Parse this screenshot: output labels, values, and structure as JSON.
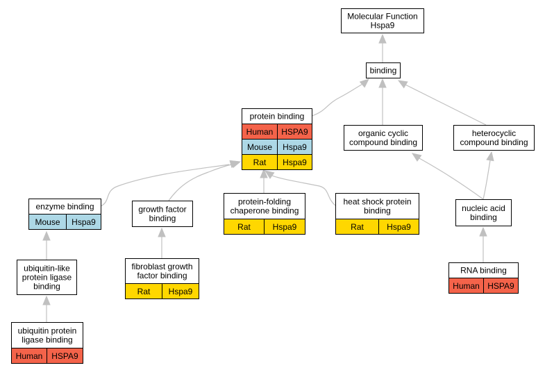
{
  "colors": {
    "human": "#F4634A",
    "mouse": "#ADD8E6",
    "rat": "#FFD700",
    "edge": "#C0C0C0"
  },
  "nodes": {
    "molecular_function": {
      "lines": [
        "Molecular Function",
        "Hspa9"
      ]
    },
    "binding": {
      "lines": [
        "binding"
      ]
    },
    "protein_binding": {
      "lines": [
        "protein binding"
      ],
      "rows": [
        {
          "species": "Human",
          "gene": "HSPA9",
          "color": "human"
        },
        {
          "species": "Mouse",
          "gene": "Hspa9",
          "color": "mouse"
        },
        {
          "species": "Rat",
          "gene": "Hspa9",
          "color": "rat"
        }
      ]
    },
    "organic_cyclic": {
      "lines": [
        "organic cyclic",
        "compound binding"
      ]
    },
    "heterocyclic": {
      "lines": [
        "heterocyclic",
        "compound binding"
      ]
    },
    "enzyme_binding": {
      "lines": [
        "enzyme binding"
      ],
      "rows": [
        {
          "species": "Mouse",
          "gene": "Hspa9",
          "color": "mouse"
        }
      ]
    },
    "growth_factor": {
      "lines": [
        "growth factor",
        "binding"
      ]
    },
    "protein_folding": {
      "lines": [
        "protein-folding",
        "chaperone binding"
      ],
      "rows": [
        {
          "species": "Rat",
          "gene": "Hspa9",
          "color": "rat"
        }
      ]
    },
    "heat_shock": {
      "lines": [
        "heat shock protein",
        "binding"
      ],
      "rows": [
        {
          "species": "Rat",
          "gene": "Hspa9",
          "color": "rat"
        }
      ]
    },
    "nucleic_acid": {
      "lines": [
        "nucleic acid",
        "binding"
      ]
    },
    "ubiquitin_like": {
      "lines": [
        "ubiquitin-like",
        "protein ligase",
        "binding"
      ]
    },
    "fibroblast": {
      "lines": [
        "fibroblast growth",
        "factor binding"
      ],
      "rows": [
        {
          "species": "Rat",
          "gene": "Hspa9",
          "color": "rat"
        }
      ]
    },
    "rna_binding": {
      "lines": [
        "RNA binding"
      ],
      "rows": [
        {
          "species": "Human",
          "gene": "HSPA9",
          "color": "human"
        }
      ]
    },
    "ubiquitin_protein": {
      "lines": [
        "ubiquitin protein",
        "ligase binding"
      ],
      "rows": [
        {
          "species": "Human",
          "gene": "HSPA9",
          "color": "human"
        }
      ]
    }
  },
  "edges": [
    {
      "from": "binding",
      "to": "molecular_function"
    },
    {
      "from": "protein_binding",
      "to": "binding"
    },
    {
      "from": "organic_cyclic",
      "to": "binding"
    },
    {
      "from": "heterocyclic",
      "to": "binding"
    },
    {
      "from": "enzyme_binding",
      "to": "protein_binding"
    },
    {
      "from": "growth_factor",
      "to": "protein_binding"
    },
    {
      "from": "protein_folding",
      "to": "protein_binding"
    },
    {
      "from": "heat_shock",
      "to": "protein_binding"
    },
    {
      "from": "nucleic_acid",
      "to": "organic_cyclic"
    },
    {
      "from": "nucleic_acid",
      "to": "heterocyclic"
    },
    {
      "from": "ubiquitin_like",
      "to": "enzyme_binding"
    },
    {
      "from": "fibroblast",
      "to": "growth_factor"
    },
    {
      "from": "rna_binding",
      "to": "nucleic_acid"
    },
    {
      "from": "ubiquitin_protein",
      "to": "ubiquitin_like"
    }
  ]
}
